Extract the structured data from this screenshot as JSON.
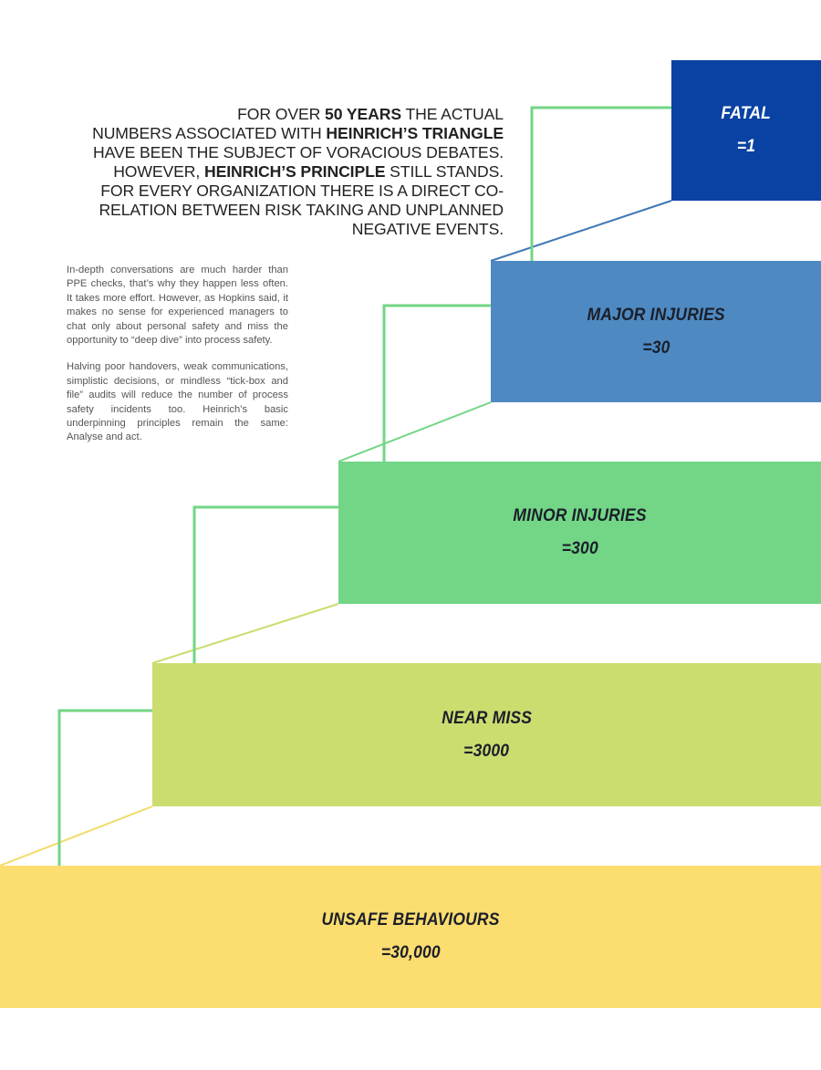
{
  "headline": {
    "line1_a": "FOR OVER ",
    "line1_b": "50 YEARS",
    "line1_c": " THE ACTUAL",
    "line2_a": "NUMBERS ASSOCIATED WITH ",
    "line2_b": "HEINRICH’S TRIANGLE",
    "line3": "HAVE BEEN THE SUBJECT OF VORACIOUS DEBATES.",
    "line4_a": "HOWEVER, ",
    "line4_b": "HEINRICH’S PRINCIPLE",
    "line4_c": " STILL STANDS.",
    "line5": "FOR EVERY ORGANIZATION THERE IS A DIRECT CO-",
    "line6": "RELATION BETWEEN RISK TAKING AND UNPLANNED",
    "line7": "NEGATIVE EVENTS."
  },
  "body": {
    "paragraph1": "In-depth conversations are much harder than PPE checks, that’s why they happen less often. It takes more effort. However, as Hopkins said, it makes no sense for experienced managers to chat only about personal safety and miss the opportunity to “deep dive” into process safety.",
    "paragraph2": "Halving poor handovers, weak communications, simplistic decisions, or mindless “tick-box and file” audits will reduce the number of process safety incidents too. Heinrich’s basic underpinning principles remain the same: Analyse and act."
  },
  "tiers": [
    {
      "label": "FATAL",
      "value": "=1"
    },
    {
      "label": "MAJOR INJURIES",
      "value": "=30"
    },
    {
      "label": "MINOR INJURIES",
      "value": "=300"
    },
    {
      "label": "NEAR MISS",
      "value": "=3000"
    },
    {
      "label": "UNSAFE BEHAVIOURS",
      "value": "=30,000"
    }
  ],
  "colors": {
    "fatal": "#0a42a3",
    "major": "#4e89c1",
    "minor": "#72d686",
    "near_miss": "#cbdd6f",
    "unsafe": "#fcdd70",
    "connector": "#72d686"
  }
}
